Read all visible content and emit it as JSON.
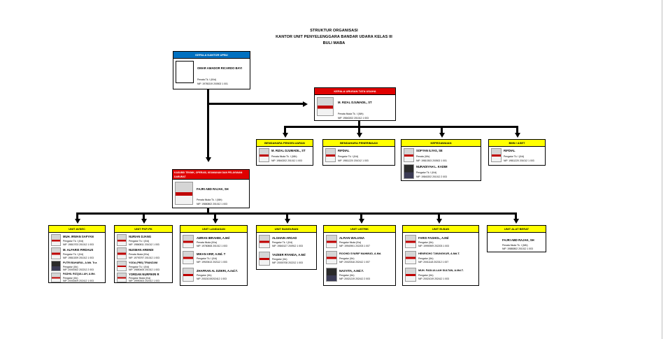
{
  "title": {
    "line1": "STRUKTUR ORGANISASI",
    "line2": "KANTOR UNIT PENYELENGGARA BANDAR UDARA KELAS III",
    "line3": "BULI MABA"
  },
  "head": {
    "header": "KEPALA KANTOR UPBU",
    "name": "OMAR AMADOR RICARDO BAYI",
    "rank": "Penata Tk. I (III/d)",
    "nip": "NIP. 19780219 200502 1 001"
  },
  "admin": {
    "header": "KEPALA URUSAN TATA USAHA",
    "name": "M. RIZAL DJUMADIL, ST",
    "rank": "Penata Muda Tk. I (III/b)",
    "nip": "NIP. 19840202 201012 1 003"
  },
  "admin_units": [
    {
      "header": "BENDAHARA PENGELUARAN",
      "people": [
        {
          "name": "M. RIZAL DJUMADIL, ST",
          "rank": "Penata Muda Tk. I (III/b)",
          "nip": "NIP. 19840202 201012 1 003"
        }
      ]
    },
    {
      "header": "BENDAHARA PENERIMAAN",
      "people": [
        {
          "name": "RIFDIAL",
          "rank": "Pengatur Tk. I (II/d)",
          "nip": "NIP. 19811220 201012 1 003"
        }
      ]
    },
    {
      "header": "KEPEGAWAIAN",
      "people": [
        {
          "name": "SOFYAN ILYAS, SE",
          "rank": "Penata (III/c)",
          "nip": "NIP. 19810303 200502 1 001"
        },
        {
          "name": "NURADIYAH L. KADIM",
          "rank": "Pengatur Tk. I (II/d)",
          "nip": "NIP. 19840202 201012 2 003"
        }
      ]
    },
    {
      "header": "BMN / ASET",
      "people": [
        {
          "name": "RIFDIAL",
          "rank": "Pengatur Tk. I (II/d)",
          "nip": "NIP. 19811220 201012 1 003"
        }
      ]
    }
  ],
  "tech": {
    "header": "KASUBSI TEKNIK, OPERASI, KEAMANAN DAN PELAYANAN DARURAT",
    "name": "FAJRI ABD RAJAK, SH",
    "rank": "Penata Muda Tk. I (III/b)",
    "nip": "NIP. 19880802 201012 1 003"
  },
  "units": [
    {
      "header": "UNIT AVSEC",
      "people": [
        {
          "name": "MUH. IRWAN SAFYAN",
          "rank": "Pengatur Tk. I (II/d)",
          "nip": "NIP. 19810703 201012 1 003"
        },
        {
          "name": "M. ALFARIS FIRDAUS",
          "rank": "Pengatur Tk. I (II/d)",
          "nip": "NIP. 19810209 201012 1 003"
        },
        {
          "name": "PUTRI BAHARUL, A.Md. Tr.a",
          "rank": "Pengatur (II/c)",
          "nip": "NIP. 20000302 202212 2 003"
        },
        {
          "name": "PADHIL RIZQULLAH, A.Md.",
          "rank": "Pengatur (II/c)",
          "nip": "NIP. 20030409 202412 1 003"
        }
      ]
    },
    {
      "header": "UNIT PKP-PK",
      "people": [
        {
          "name": "NURIAN DJANG",
          "rank": "Pengatur Tk. I (II/d)",
          "nip": "NIP. 19860811 201012 1 003"
        },
        {
          "name": "NUSMAN ARENDI",
          "rank": "Penata Muda (III/a)",
          "nip": "NIP. 19793797 201012 1 003"
        },
        {
          "name": "YODA (PBS) TRIANZANI",
          "rank": "Pengatur Tk. I (II/d)",
          "nip": "NIP. 19850405 201012 1 003"
        },
        {
          "name": "YORDAN NURFIKRI R",
          "rank": "Pengatur Muda (II/a)",
          "nip": "NIP. 19990303 202012 1 003"
        }
      ]
    },
    {
      "header": "UNIT LANDASAN",
      "people": [
        {
          "name": "AMRAN IBRAHIM, A.Md",
          "rank": "Penata Muda (III/a)",
          "nip": "NIP. 19780808 201012 1 003"
        },
        {
          "name": "MIKAN ARIF, A.Md. T",
          "rank": "Pengatur Tk. I (II/d)",
          "nip": "NIP. 19920613 202112 1 003"
        },
        {
          "name": "ZHAFRAN AL DZIKRI, A.md.T.",
          "rank": "Pengatur (II/c)",
          "nip": "NIP. 20021019202412 1 003"
        }
      ]
    },
    {
      "header": "UNIT BANGUNAN",
      "people": [
        {
          "name": "ALGHAIN ARGAD",
          "rank": "Pengatur Tk. I (II/d)",
          "nip": "NIP. 19840127 200912 1 003"
        },
        {
          "name": "YAZEER RYANDA, A.Md",
          "rank": "Pengatur (II/c)",
          "nip": "NIP. 20000708 202212 1 003"
        }
      ]
    },
    {
      "header": "UNIT LISTRIK",
      "people": [
        {
          "name": "ALFIAN WALIANA",
          "rank": "Pengatur Muda (II/a)",
          "nip": "NIP. 19940901 202203 1 007"
        },
        {
          "name": "ROCHID SYARIF MAHMUD, A.Md.",
          "rank": "Pengatur (II/c)",
          "nip": "NIP. 20020316 202412 1 007"
        },
        {
          "name": "NASYITA, A.Md.T.",
          "rank": "Pengatur (II/c)",
          "nip": "NIP. 20021219 202412 2 003"
        }
      ]
    },
    {
      "header": "UNIT ELBAN",
      "people": [
        {
          "name": "FARIS FAGHOL, A.Md",
          "rank": "Pengatur (II/c)",
          "nip": "NIP. 19990909 202203 1 003"
        },
        {
          "name": "HENRICHO T.MUNGKUR, A.Md.T.",
          "rank": "Pengatur (II/c)",
          "nip": "NIP. 20011118 202312 1 007"
        },
        {
          "name": "MUH. FADLULLAH SULTAN, A.Md.T.",
          "rank": "Pengatur (II/c)",
          "nip": "NIP. 20021019 202412 1 003"
        }
      ]
    },
    {
      "header": "UNIT ALAT BERAT",
      "people": [
        {
          "name": "FAJRI ABD RAJAK, SH",
          "rank": "Penata Muda Tk. I (III/b)",
          "nip": "NIP. 19880802 201012 1 003"
        }
      ]
    }
  ]
}
